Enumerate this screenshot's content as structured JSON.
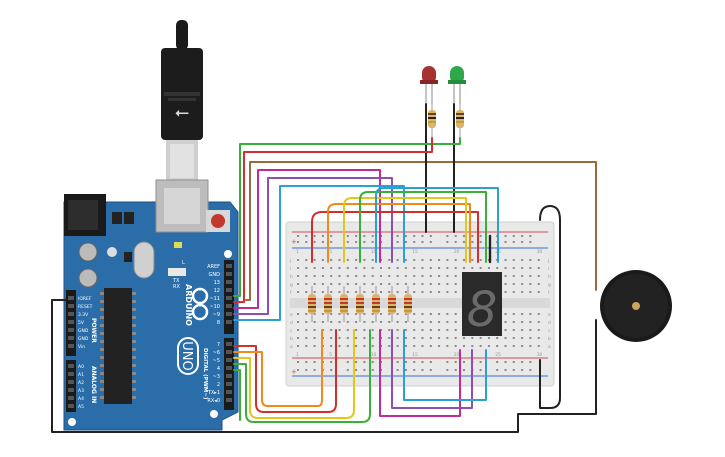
{
  "arduino": {
    "brand": "ARDUINO",
    "model": "UNO",
    "power_label": "POWER",
    "analog_label": "ANALOG IN",
    "digital_label": "DIGITAL (PWM~)",
    "tx_label": "TX",
    "rx_label": "RX",
    "l_label": "L",
    "power_pins": [
      "IOREF",
      "RESET",
      "3.3V",
      "5V",
      "GND",
      "GND",
      "Vin"
    ],
    "analog_pins": [
      "A0",
      "A1",
      "A2",
      "A3",
      "A4",
      "A5"
    ],
    "digital_pins_top": [
      "AREF",
      "GND",
      "13",
      "12",
      "~11",
      "~10",
      "~9",
      "8"
    ],
    "digital_pins_bottom": [
      "7",
      "~6",
      "~5",
      "4",
      "~3",
      "2",
      "TX▸1",
      "RX◂0"
    ]
  },
  "display": {
    "digit": "8"
  },
  "breadboard": {
    "row_letters": [
      "a",
      "b",
      "c",
      "d",
      "e",
      "f",
      "g",
      "h",
      "i",
      "j"
    ],
    "column_numbers": [
      "1",
      "5",
      "10",
      "15",
      "20",
      "25",
      "30"
    ]
  },
  "colors": {
    "board": "#2a6da8",
    "breadboard": "#e9e9e9",
    "wire_red": "#d32f2f",
    "wire_orange": "#f08a1c",
    "wire_yellow": "#e3c81a",
    "wire_green": "#3ab03a",
    "wire_blue": "#2aa0d8",
    "wire_purple": "#8e4fb0",
    "wire_magenta": "#c22a9a",
    "wire_brown": "#9c6b3c",
    "wire_black": "#222222"
  }
}
